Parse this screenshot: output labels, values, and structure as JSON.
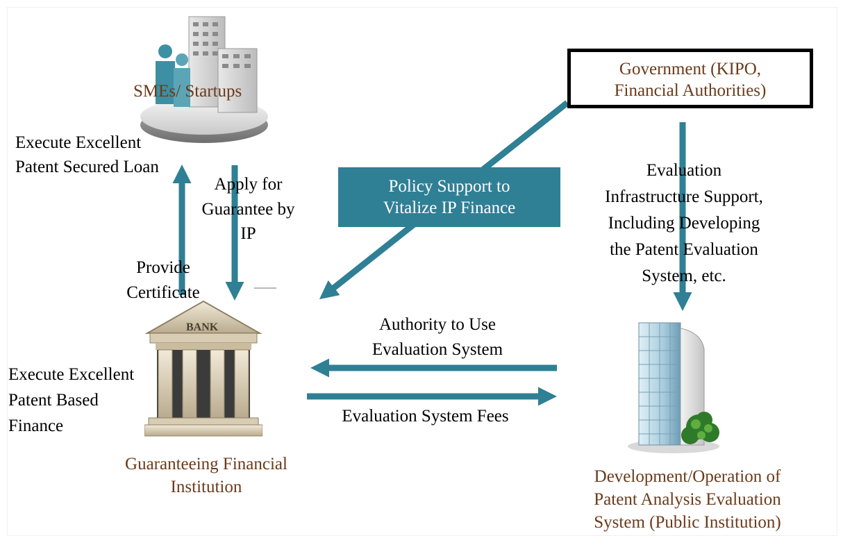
{
  "nodes": {
    "smes": "SMEs/ Startups",
    "government": {
      "line1": "Government (KIPO,",
      "line2": "Financial Authorities)"
    },
    "bank_sign": "BANK",
    "bank": {
      "line1": "Guaranteeing Financial",
      "line2": "Institution"
    },
    "public_institution": {
      "line1": "Development/Operation of",
      "line2": "Patent Analysis Evaluation",
      "line3": "System (Public Institution)"
    }
  },
  "policy_box": {
    "line1": "Policy Support to",
    "line2": "Vitalize IP Finance"
  },
  "edge_labels": {
    "execute_loan": {
      "line1": "Execute Excellent",
      "line2": "Patent Secured Loan"
    },
    "apply_guarantee": {
      "line1": "Apply for",
      "line2": "Guarantee by",
      "line3": "IP"
    },
    "provide_certificate": {
      "line1": "Provide",
      "line2": "Certificate"
    },
    "evaluation_infra": {
      "line1": "Evaluation",
      "line2": "Infrastructure Support,",
      "line3": "Including Developing",
      "line4": "the Patent Evaluation",
      "line5": "System, etc."
    },
    "authority": {
      "line1": "Authority to Use",
      "line2": "Evaluation System"
    },
    "fees": "Evaluation System Fees",
    "execute_finance": {
      "line1": "Execute Excellent",
      "line2": "Patent Based",
      "line3": "Finance"
    }
  },
  "colors": {
    "arrow": "#2f7f95",
    "node_label": "#6b3a1a",
    "policy_box": "#2f7f95",
    "policy_text": "#ffffff"
  },
  "icons": {
    "smes": "office-buildings-people-icon",
    "bank": "bank-building-icon",
    "public_institution": "office-tower-icon"
  }
}
